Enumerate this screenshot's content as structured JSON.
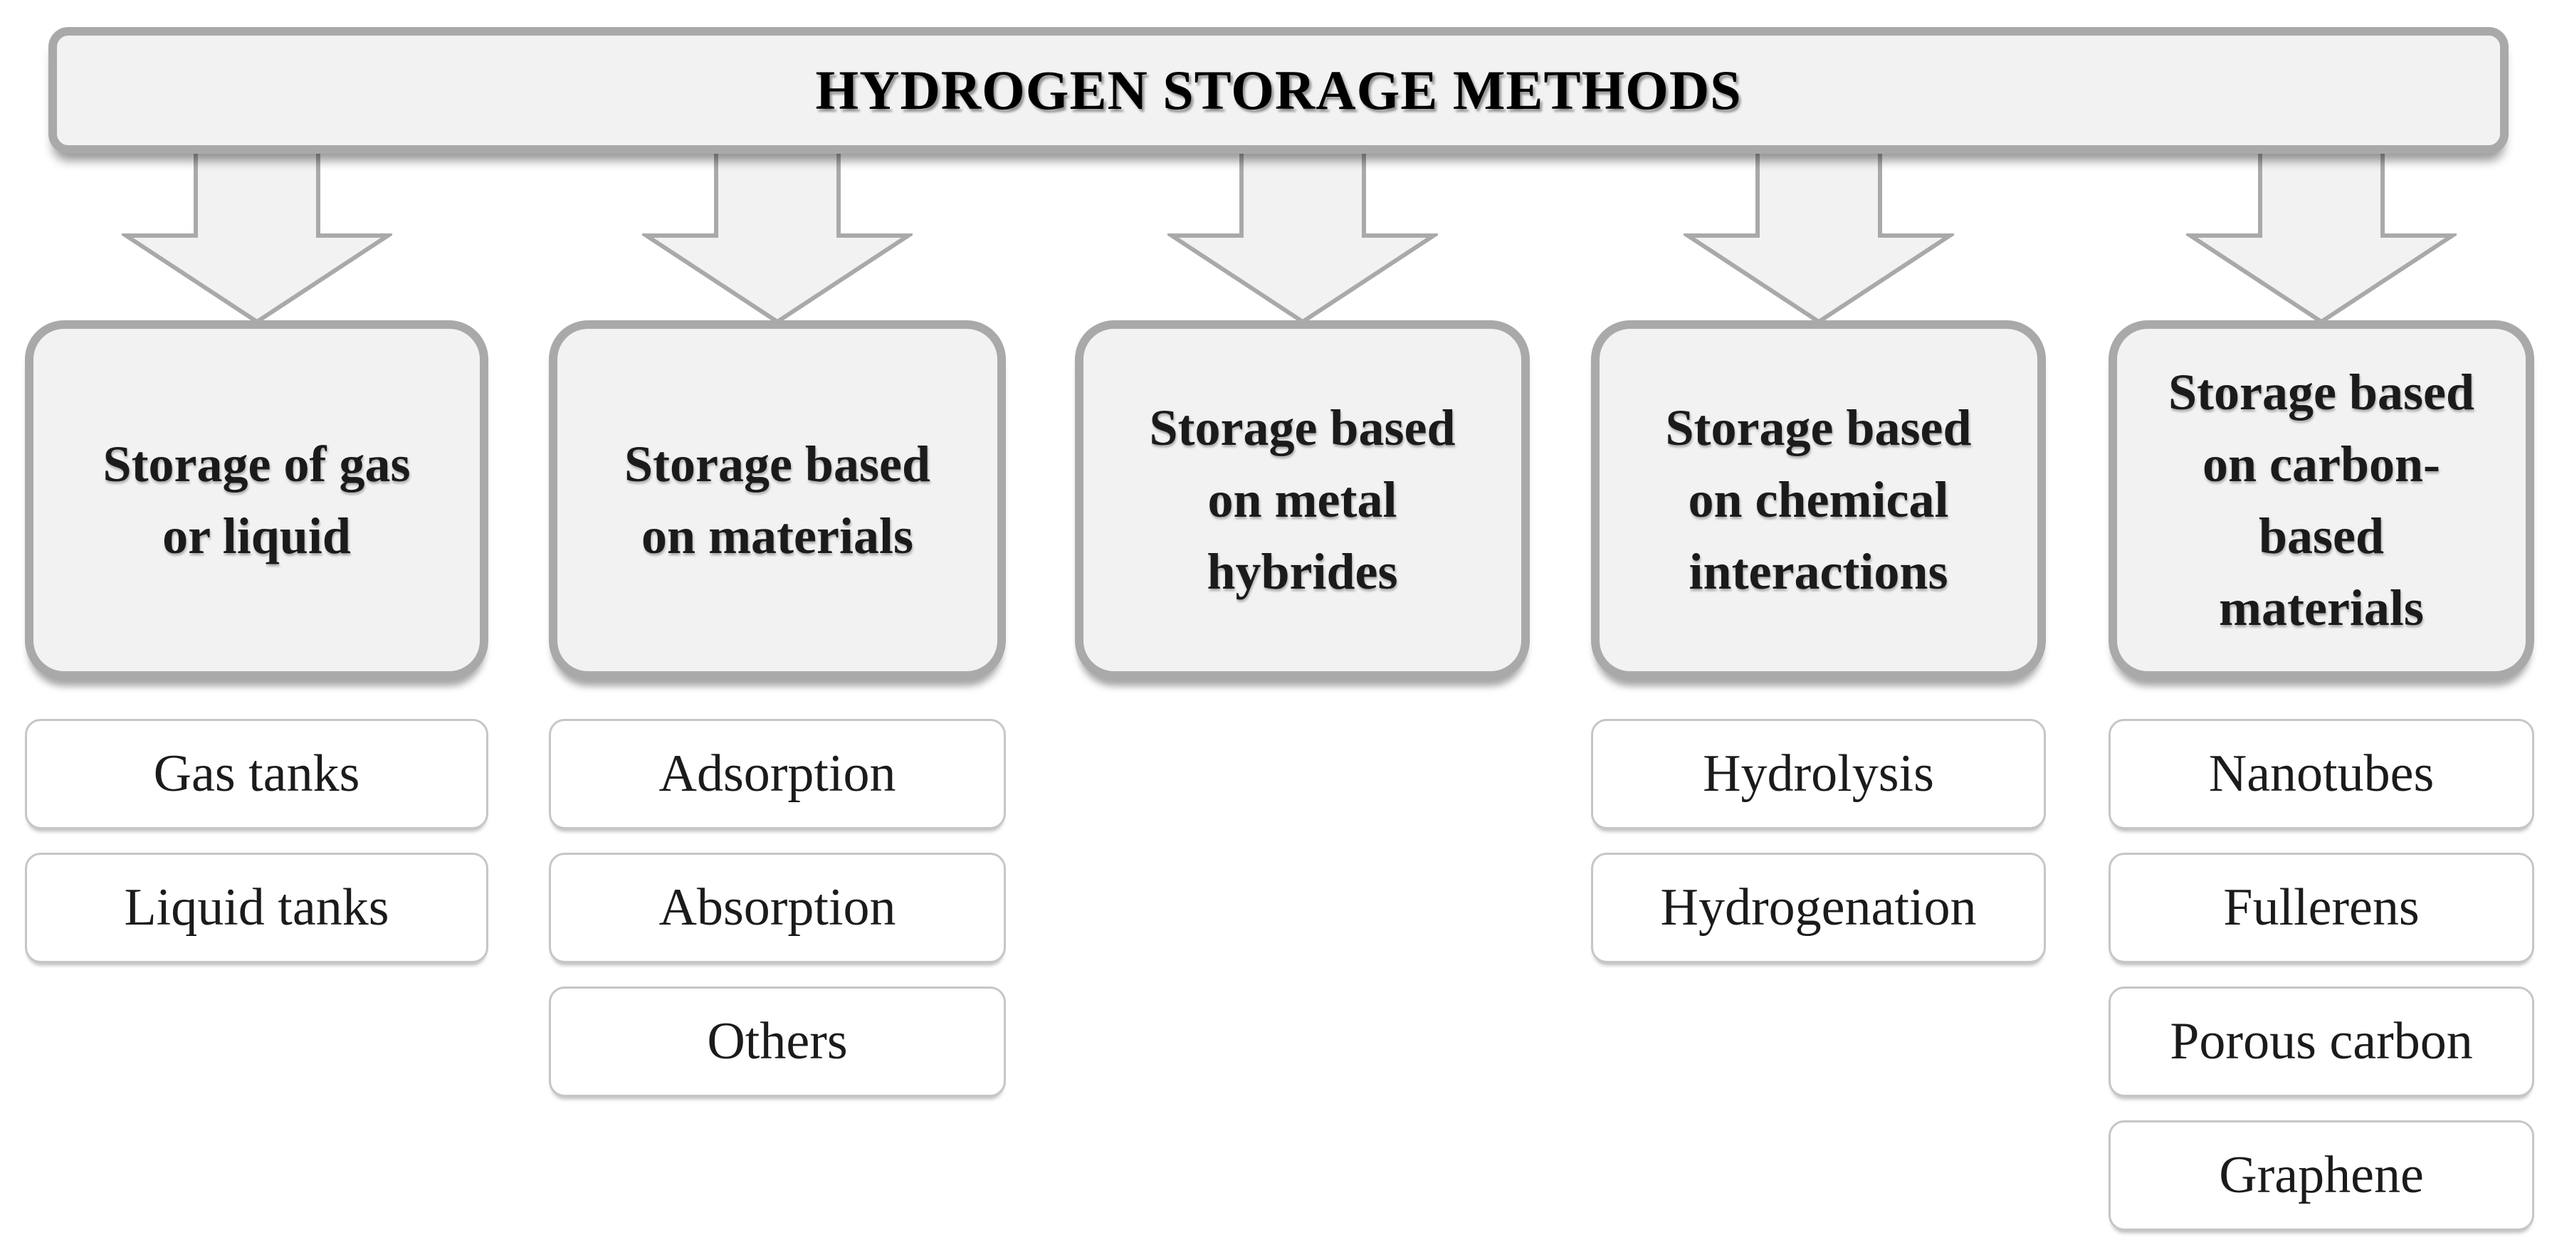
{
  "diagram": {
    "title": "HYDROGEN STORAGE METHODS",
    "columns": [
      {
        "id": "gas-or-liquid",
        "label": "Storage of gas\nor liquid",
        "children": [
          "Gas tanks",
          "Liquid tanks"
        ]
      },
      {
        "id": "materials",
        "label": "Storage based\non materials",
        "children": [
          "Adsorption",
          "Absorption",
          "Others"
        ]
      },
      {
        "id": "metal-hybrides",
        "label": "Storage based\non metal\nhybrides",
        "children": []
      },
      {
        "id": "chemical-interactions",
        "label": "Storage based\non chemical\ninteractions",
        "children": [
          "Hydrolysis",
          "Hydrogenation"
        ]
      },
      {
        "id": "carbon-based-materials",
        "label": "Storage based\non carbon-\nbased\nmaterials",
        "children": [
          "Nanotubes",
          "Fullerens",
          "Porous carbon",
          "Graphene"
        ]
      }
    ],
    "icons": {
      "connector": "down-arrow"
    },
    "colors": {
      "background": "#ffffff",
      "box_fill": "#f2f2f2",
      "box_border": "#a9a9a9",
      "child_fill": "#ffffff",
      "child_border": "#c6c6c6",
      "text": "#1b1b1b"
    }
  }
}
